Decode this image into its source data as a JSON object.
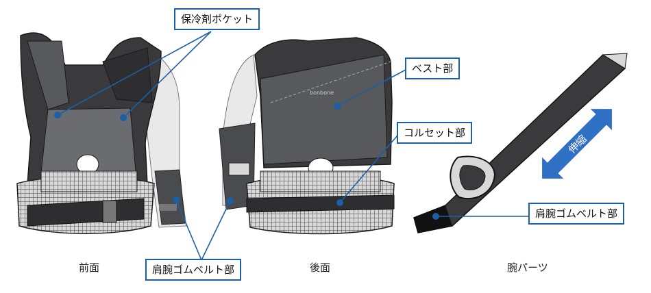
{
  "labels": {
    "cooling_pocket": "保冷剤ポケット",
    "vest_part": "ベスト部",
    "corset_part": "コルセット部",
    "shoulder_arm_rubber_belt_right": "肩腕ゴムベルト部",
    "shoulder_arm_rubber_belt_bottom": "肩腕ゴムベルト部",
    "stretch": "伸縮"
  },
  "captions": {
    "front": "前面",
    "back": "後面",
    "arm_parts": "腕パーツ"
  },
  "brand_mark": "bonbone",
  "colors": {
    "callout_border": "#1a5fa8",
    "leader_line": "#1a5fa8",
    "arrow": "#2f6fc4",
    "vest_dark": "#3a3a3c",
    "vest_mid": "#57595c",
    "mesh": "#8a8a8a"
  }
}
